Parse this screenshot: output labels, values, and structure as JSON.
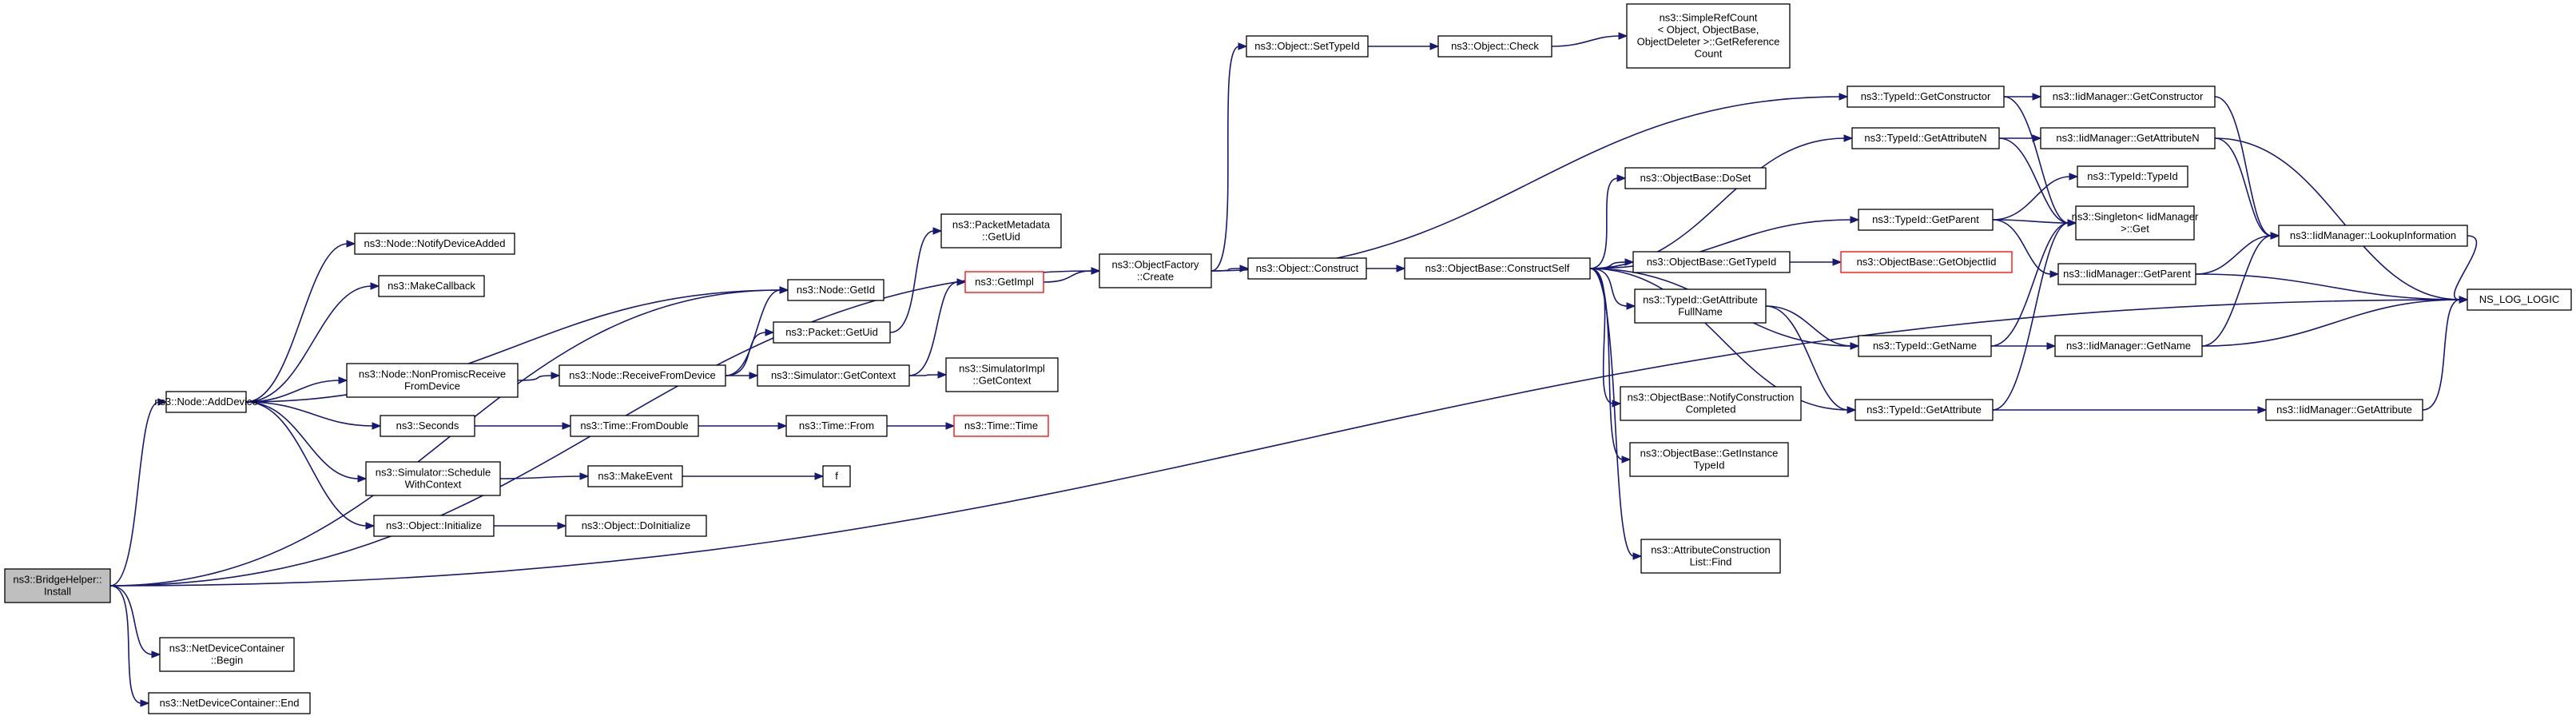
{
  "nodes": {
    "bridge": {
      "lines": [
        "ns3::BridgeHelper::",
        "Install"
      ],
      "root": true
    },
    "addDevice": {
      "lines": [
        "ns3::Node::AddDevice"
      ]
    },
    "ndcBegin": {
      "lines": [
        "ns3::NetDeviceContainer",
        "::Begin"
      ]
    },
    "ndcEnd": {
      "lines": [
        "ns3::NetDeviceContainer::End"
      ]
    },
    "notifyAdded": {
      "lines": [
        "ns3::Node::NotifyDeviceAdded"
      ]
    },
    "makeCallback": {
      "lines": [
        "ns3::MakeCallback"
      ]
    },
    "nonPromisc": {
      "lines": [
        "ns3::Node::NonPromiscReceive",
        "FromDevice"
      ]
    },
    "seconds": {
      "lines": [
        "ns3::Seconds"
      ]
    },
    "scheduleCtx": {
      "lines": [
        "ns3::Simulator::Schedule",
        "WithContext"
      ]
    },
    "objInit": {
      "lines": [
        "ns3::Object::Initialize"
      ]
    },
    "getId": {
      "lines": [
        "ns3::Node::GetId"
      ]
    },
    "recvFromDev": {
      "lines": [
        "ns3::Node::ReceiveFromDevice"
      ]
    },
    "pktGetUid": {
      "lines": [
        "ns3::Packet::GetUid"
      ]
    },
    "simGetCtx": {
      "lines": [
        "ns3::Simulator::GetContext"
      ]
    },
    "timeFromDouble": {
      "lines": [
        "ns3::Time::FromDouble"
      ]
    },
    "makeEvent": {
      "lines": [
        "ns3::MakeEvent"
      ]
    },
    "doInit": {
      "lines": [
        "ns3::Object::DoInitialize"
      ]
    },
    "pktMetaUid": {
      "lines": [
        "ns3::PacketMetadata",
        "::GetUid"
      ]
    },
    "getImpl": {
      "lines": [
        "ns3::GetImpl"
      ],
      "red": true
    },
    "simImplCtx": {
      "lines": [
        "ns3::SimulatorImpl",
        "::GetContext"
      ]
    },
    "timeFrom": {
      "lines": [
        "ns3::Time::From"
      ]
    },
    "f": {
      "lines": [
        "f"
      ]
    },
    "timeTime": {
      "lines": [
        "ns3::Time::Time"
      ],
      "red": true
    },
    "ofCreate": {
      "lines": [
        "ns3::ObjectFactory",
        "::Create"
      ]
    },
    "setTypeId": {
      "lines": [
        "ns3::Object::SetTypeId"
      ]
    },
    "objConstruct": {
      "lines": [
        "ns3::Object::Construct"
      ]
    },
    "objCheck": {
      "lines": [
        "ns3::Object::Check"
      ]
    },
    "refCount": {
      "lines": [
        "ns3::SimpleRefCount",
        "< Object, ObjectBase,",
        "ObjectDeleter >::GetReference",
        "Count"
      ]
    },
    "constructSelf": {
      "lines": [
        "ns3::ObjectBase::ConstructSelf"
      ]
    },
    "doSet": {
      "lines": [
        "ns3::ObjectBase::DoSet"
      ]
    },
    "obGetTypeId": {
      "lines": [
        "ns3::ObjectBase::GetTypeId"
      ]
    },
    "attrFullName": {
      "lines": [
        "ns3::TypeId::GetAttribute",
        "FullName"
      ]
    },
    "notifyConstr": {
      "lines": [
        "ns3::ObjectBase::NotifyConstruction",
        "Completed"
      ]
    },
    "instTypeId": {
      "lines": [
        "ns3::ObjectBase::GetInstance",
        "TypeId"
      ]
    },
    "attrListFind": {
      "lines": [
        "ns3::AttributeConstruction",
        "List::Find"
      ]
    },
    "tidGetCtor": {
      "lines": [
        "ns3::TypeId::GetConstructor"
      ]
    },
    "tidAttrN": {
      "lines": [
        "ns3::TypeId::GetAttributeN"
      ]
    },
    "tidTypeId": {
      "lines": [
        "ns3::TypeId::TypeId"
      ]
    },
    "tidParent": {
      "lines": [
        "ns3::TypeId::GetParent"
      ]
    },
    "getObjectTid": {
      "lines": [
        "ns3::ObjectBase::GetObjectIid"
      ],
      "red": true
    },
    "tidName": {
      "lines": [
        "ns3::TypeId::GetName"
      ]
    },
    "tidAttr": {
      "lines": [
        "ns3::TypeId::GetAttribute"
      ]
    },
    "singletonGet": {
      "lines": [
        "ns3::Singleton< IidManager",
        ">::Get"
      ]
    },
    "iidCtor": {
      "lines": [
        "ns3::IidManager::GetConstructor"
      ]
    },
    "iidAttrN": {
      "lines": [
        "ns3::IidManager::GetAttributeN"
      ]
    },
    "iidParent": {
      "lines": [
        "ns3::IidManager::GetParent"
      ]
    },
    "iidName": {
      "lines": [
        "ns3::IidManager::GetName"
      ]
    },
    "iidAttr": {
      "lines": [
        "ns3::IidManager::GetAttribute"
      ]
    },
    "lookupInfo": {
      "lines": [
        "ns3::IidManager::LookupInformation"
      ]
    },
    "nsLogLogic": {
      "lines": [
        "NS_LOG_LOGIC"
      ]
    }
  },
  "edges": [
    [
      "bridge",
      "addDevice"
    ],
    [
      "bridge",
      "getId"
    ],
    [
      "bridge",
      "ofCreate"
    ],
    [
      "bridge",
      "ndcBegin"
    ],
    [
      "bridge",
      "ndcEnd"
    ],
    [
      "bridge",
      "nsLogLogic"
    ],
    [
      "addDevice",
      "notifyAdded"
    ],
    [
      "addDevice",
      "makeCallback"
    ],
    [
      "addDevice",
      "getId"
    ],
    [
      "addDevice",
      "nonPromisc"
    ],
    [
      "addDevice",
      "seconds"
    ],
    [
      "addDevice",
      "scheduleCtx"
    ],
    [
      "addDevice",
      "objInit"
    ],
    [
      "nonPromisc",
      "recvFromDev"
    ],
    [
      "recvFromDev",
      "getId"
    ],
    [
      "recvFromDev",
      "pktGetUid"
    ],
    [
      "recvFromDev",
      "simGetCtx"
    ],
    [
      "pktGetUid",
      "pktMetaUid"
    ],
    [
      "simGetCtx",
      "getImpl"
    ],
    [
      "simGetCtx",
      "simImplCtx"
    ],
    [
      "seconds",
      "timeFromDouble"
    ],
    [
      "timeFromDouble",
      "timeFrom"
    ],
    [
      "timeFrom",
      "timeTime"
    ],
    [
      "scheduleCtx",
      "makeEvent"
    ],
    [
      "makeEvent",
      "f"
    ],
    [
      "objInit",
      "doInit"
    ],
    [
      "getImpl",
      "ofCreate"
    ],
    [
      "ofCreate",
      "setTypeId"
    ],
    [
      "ofCreate",
      "objConstruct"
    ],
    [
      "ofCreate",
      "tidGetCtor"
    ],
    [
      "setTypeId",
      "objCheck"
    ],
    [
      "objCheck",
      "refCount"
    ],
    [
      "objConstruct",
      "constructSelf"
    ],
    [
      "constructSelf",
      "doSet"
    ],
    [
      "constructSelf",
      "obGetTypeId"
    ],
    [
      "constructSelf",
      "attrFullName"
    ],
    [
      "constructSelf",
      "notifyConstr"
    ],
    [
      "constructSelf",
      "instTypeId"
    ],
    [
      "constructSelf",
      "attrListFind"
    ],
    [
      "constructSelf",
      "tidAttrN"
    ],
    [
      "constructSelf",
      "tidParent"
    ],
    [
      "constructSelf",
      "tidName"
    ],
    [
      "constructSelf",
      "tidAttr"
    ],
    [
      "obGetTypeId",
      "getObjectTid"
    ],
    [
      "attrFullName",
      "tidName"
    ],
    [
      "attrFullName",
      "tidAttr"
    ],
    [
      "tidGetCtor",
      "iidCtor"
    ],
    [
      "tidGetCtor",
      "singletonGet"
    ],
    [
      "tidAttrN",
      "iidAttrN"
    ],
    [
      "tidAttrN",
      "singletonGet"
    ],
    [
      "tidParent",
      "tidTypeId"
    ],
    [
      "tidParent",
      "singletonGet"
    ],
    [
      "tidParent",
      "iidParent"
    ],
    [
      "tidName",
      "singletonGet"
    ],
    [
      "tidName",
      "iidName"
    ],
    [
      "tidAttr",
      "singletonGet"
    ],
    [
      "tidAttr",
      "iidAttr"
    ],
    [
      "iidCtor",
      "lookupInfo"
    ],
    [
      "iidAttrN",
      "lookupInfo"
    ],
    [
      "iidAttrN",
      "nsLogLogic"
    ],
    [
      "iidParent",
      "lookupInfo"
    ],
    [
      "iidParent",
      "nsLogLogic"
    ],
    [
      "iidName",
      "lookupInfo"
    ],
    [
      "iidName",
      "nsLogLogic"
    ],
    [
      "iidAttr",
      "nsLogLogic"
    ],
    [
      "lookupInfo",
      "nsLogLogic"
    ]
  ]
}
